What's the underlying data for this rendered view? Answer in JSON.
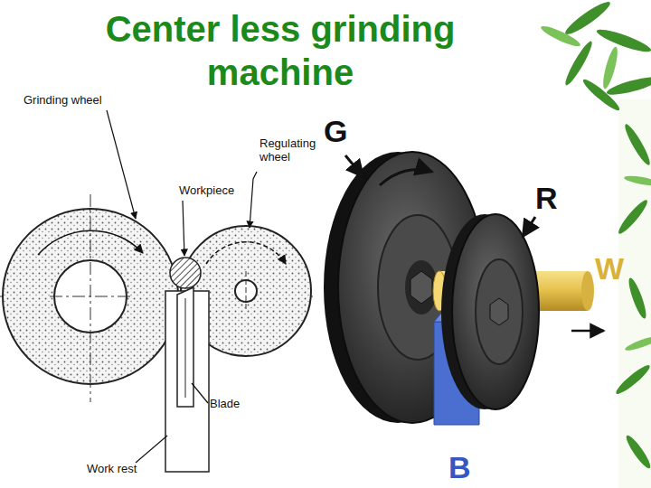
{
  "diagram": {
    "title": "Center less grinding machine",
    "labels": [
      "Grinding wheel",
      "Regulating wheel",
      "Workpiece",
      "Blade",
      "Work rest",
      "G",
      "R",
      "W",
      "B"
    ]
  }
}
